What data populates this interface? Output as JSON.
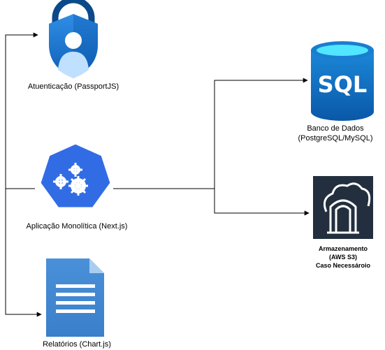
{
  "nodes": {
    "auth": {
      "label": "Atuenticação (PassportJS)",
      "icon": "lock-user-icon"
    },
    "app": {
      "label": "Aplicação Monolítica (Next.js)",
      "icon": "kubernetes-gears-icon"
    },
    "reports": {
      "label": "Relatórios (Chart.js)",
      "icon": "document-icon"
    },
    "database": {
      "label_line1": "Banco de Dados",
      "label_line2": "(PostgreSQL/MySQL)",
      "icon_text": "SQL",
      "icon": "sql-database-icon"
    },
    "storage": {
      "label_line1": "Armazenamento",
      "label_line2": "(AWS S3)",
      "label_line3": "Caso Necessároio",
      "icon": "aws-s3-archway-icon"
    }
  },
  "colors": {
    "azure_blue": "#0078d4",
    "azure_light": "#5ea0ef",
    "kubernetes_blue": "#326ce5",
    "doc_blue": "#4a90d9",
    "aws_dark": "#232f3e",
    "sql_cyan": "#50e6ff",
    "connector": "#000000"
  }
}
